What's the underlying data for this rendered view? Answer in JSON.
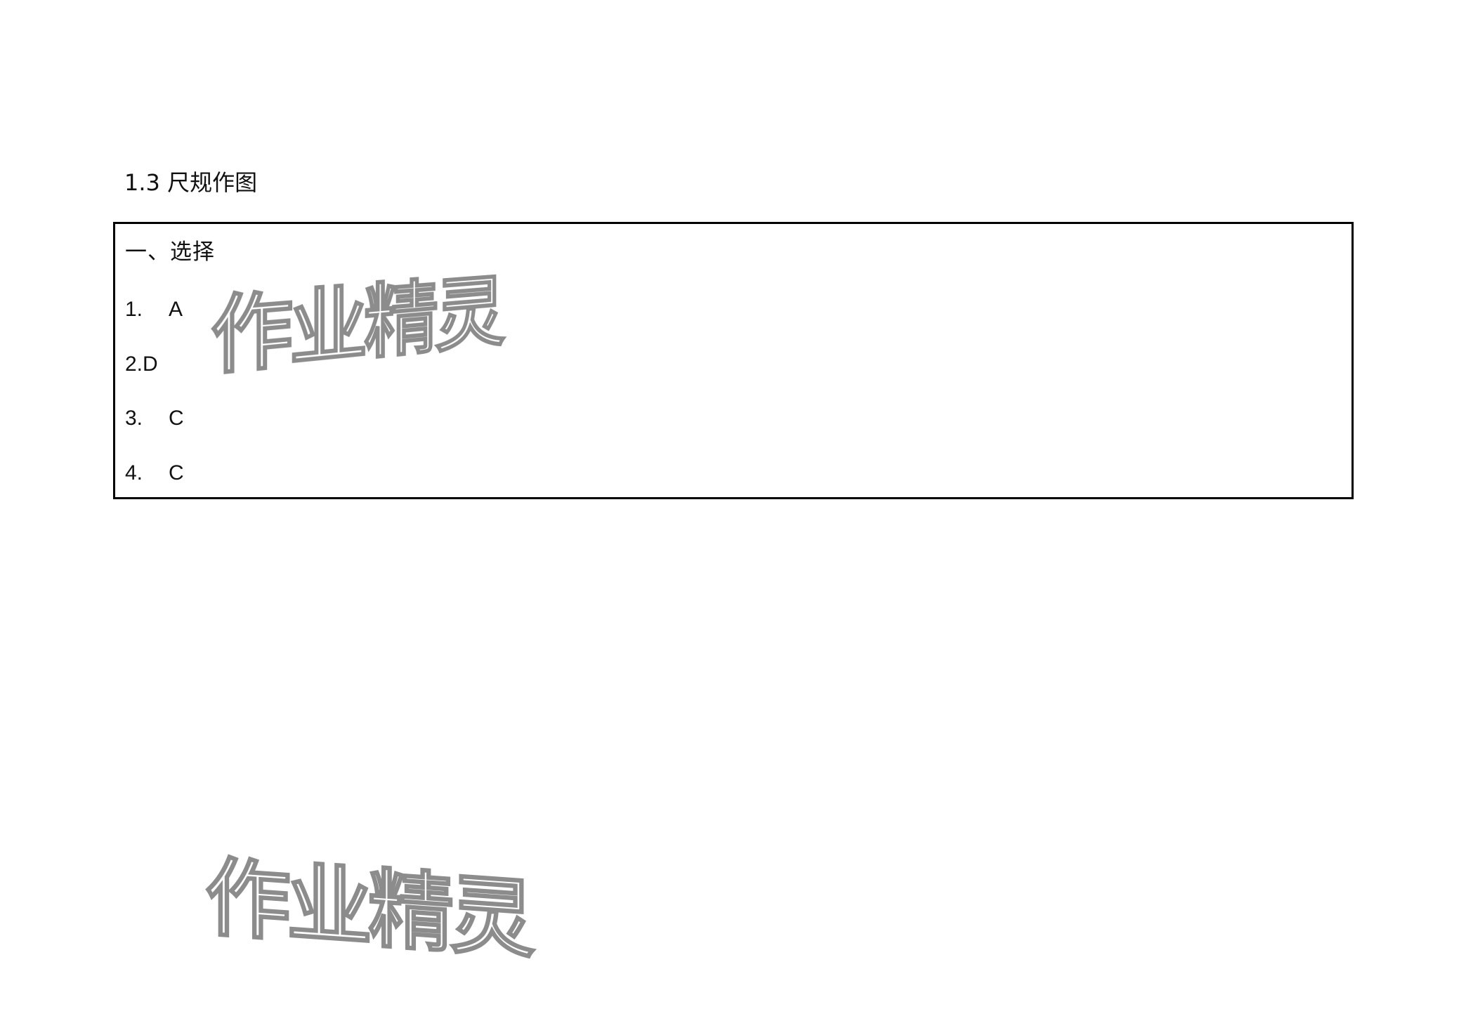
{
  "document": {
    "title": "1.3 尺规作图",
    "section": {
      "heading": "一、选择",
      "answers": [
        {
          "number": "1.",
          "answer": "A",
          "spaced": true
        },
        {
          "number": "2.",
          "answer": "D",
          "spaced": false
        },
        {
          "number": "3.",
          "answer": "C",
          "spaced": true
        },
        {
          "number": "4.",
          "answer": "C",
          "spaced": true
        }
      ]
    }
  },
  "watermarks": [
    {
      "text": "作业精灵"
    },
    {
      "text": "作业精灵"
    }
  ],
  "colors": {
    "text": "#111111",
    "border": "#000000",
    "watermark_stroke": "#8c8c8c",
    "background": "#ffffff"
  }
}
